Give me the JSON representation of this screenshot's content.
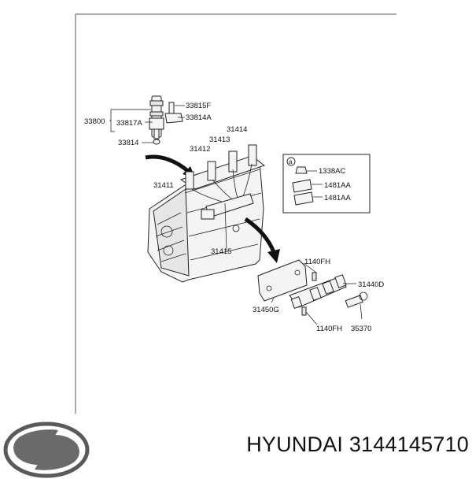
{
  "labels": {
    "l33815F": "33815F",
    "l33800": "33800",
    "l33817A": "33817A",
    "l33814A": "33814A",
    "l33814": "33814",
    "l31414": "31414",
    "l31413": "31413",
    "l31412": "31412",
    "l31411": "31411",
    "l31415": "31415",
    "l1140FH_top": "1140FH",
    "l31440D": "31440D",
    "l31450G": "31450G",
    "l1140FH_bottom": "1140FH",
    "l35370": "35370",
    "inset_marker": "a",
    "inset_1338AC": "1338AC",
    "inset_1481AA_1": "1481AA",
    "inset_1481AA_2": "1481AA"
  },
  "footer": {
    "brand": "HYUNDAI",
    "part_number": "3144145710"
  },
  "logo_icon": "hyundai-logo-icon"
}
